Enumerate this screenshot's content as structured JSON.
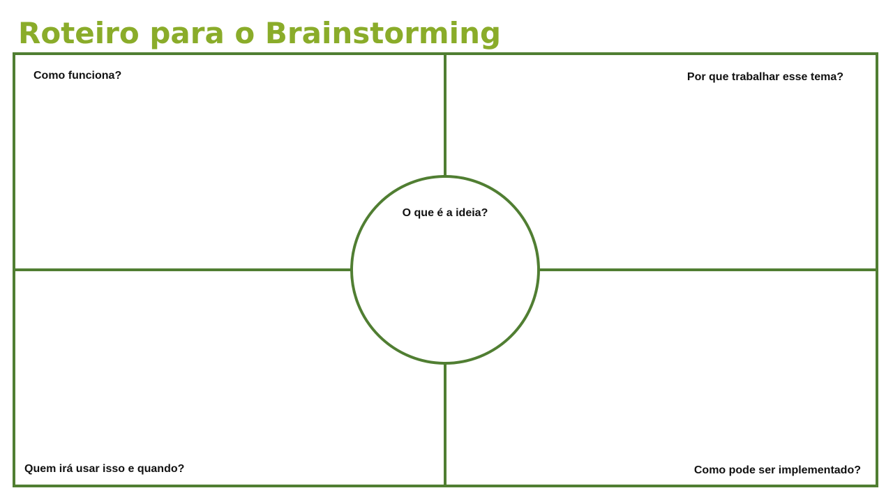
{
  "title": "Roteiro para o Brainstorming",
  "colors": {
    "title": "#8aac2a",
    "lines": "#507e32",
    "text": "#111111",
    "background": "#ffffff"
  },
  "quadrants": {
    "top_left": "Como funciona?",
    "top_right": "Por que trabalhar esse tema?",
    "bottom_left": "Quem irá usar isso e quando?",
    "bottom_right": "Como pode ser implementado?",
    "center": "O que é a ideia?"
  }
}
